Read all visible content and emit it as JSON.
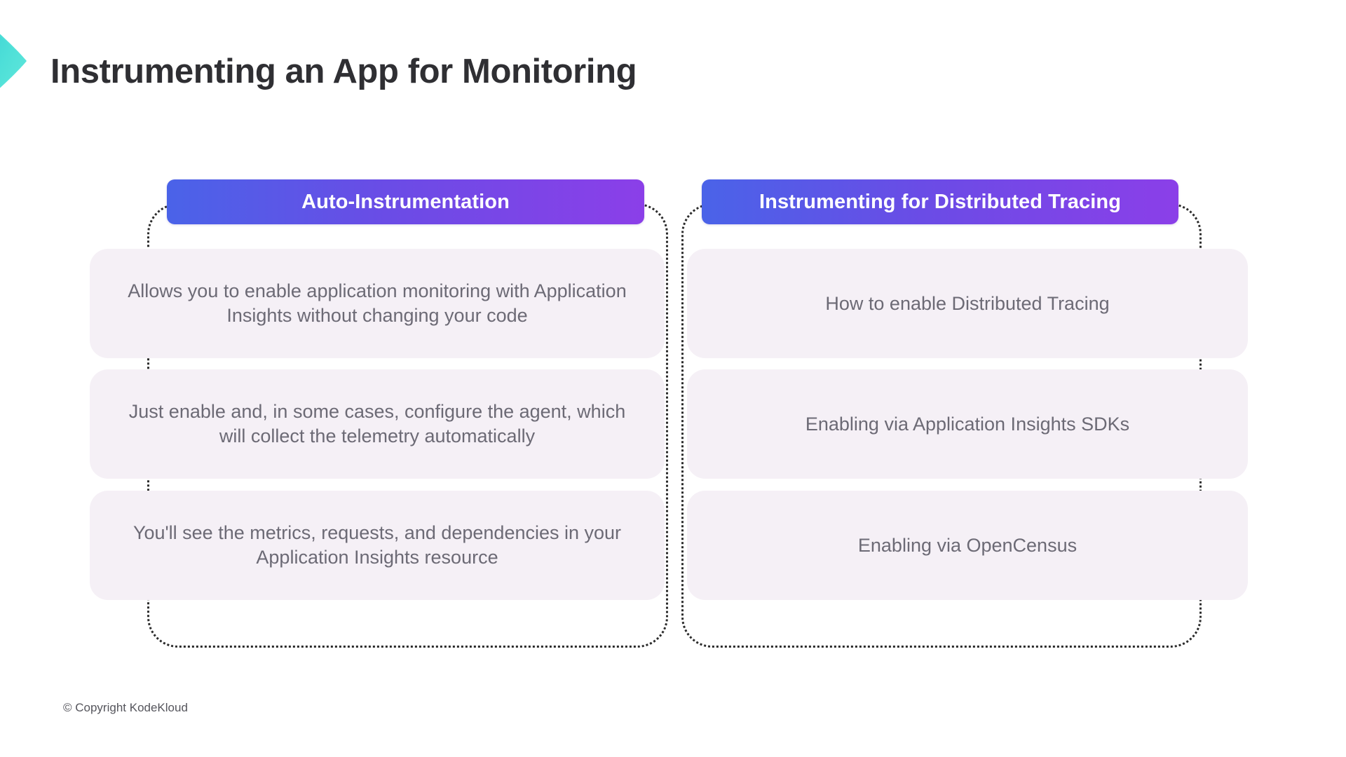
{
  "slide": {
    "title": "Instrumenting an App for Monitoring",
    "background_color": "#ffffff",
    "title_color": "#2f2f33"
  },
  "brand": {
    "logo_icon": "chevron-right-icon",
    "logo_gradient_start": "#3fd7d6",
    "logo_gradient_end": "#5ae3d8"
  },
  "columns": [
    {
      "id": "auto-instrumentation",
      "badge_label": "Auto-Instrumentation",
      "badge_gradient_start": "#4a63e8",
      "badge_gradient_end": "#8b3fe8",
      "card_background": "#f5f0f6",
      "card_text_color": "#6c6a75",
      "cards": [
        "Allows you to enable application monitoring with Application Insights without changing your code",
        "Just enable and, in some cases, configure the agent, which will collect the telemetry automatically",
        "You'll see the metrics, requests, and dependencies in your Application Insights resource"
      ]
    },
    {
      "id": "distributed-tracing",
      "badge_label": "Instrumenting for Distributed Tracing",
      "badge_gradient_start": "#4a63e8",
      "badge_gradient_end": "#8b3fe8",
      "card_background": "#f5f0f6",
      "card_text_color": "#6c6a75",
      "cards": [
        "How to enable Distributed Tracing",
        "Enabling via Application Insights SDKs",
        "Enabling via OpenCensus"
      ]
    }
  ],
  "footer": {
    "copyright": "© Copyright KodeKloud"
  }
}
